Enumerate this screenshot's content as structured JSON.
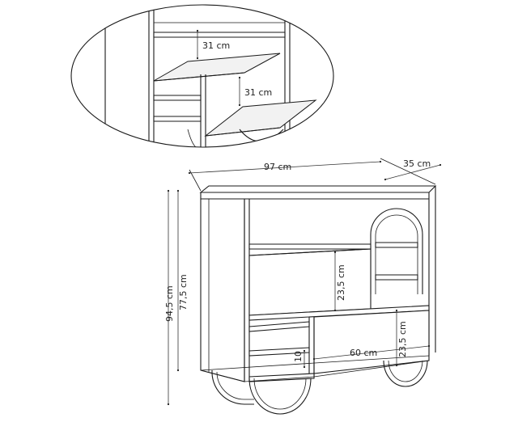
{
  "dimensions": {
    "width": "97 cm",
    "depth": "35 cm",
    "total_height": "94,5 cm",
    "body_height": "77,5 cm",
    "flap_upper": "23,5 cm",
    "flap_lower": "23,5 cm",
    "compartment_width": "60 cm",
    "small_gap": "10",
    "detail_top": "31 cm",
    "detail_bottom": "31 cm"
  },
  "colors": {
    "line": "#1a1a1a",
    "panel": "#ffffff",
    "shade": "#f2f2f2"
  }
}
